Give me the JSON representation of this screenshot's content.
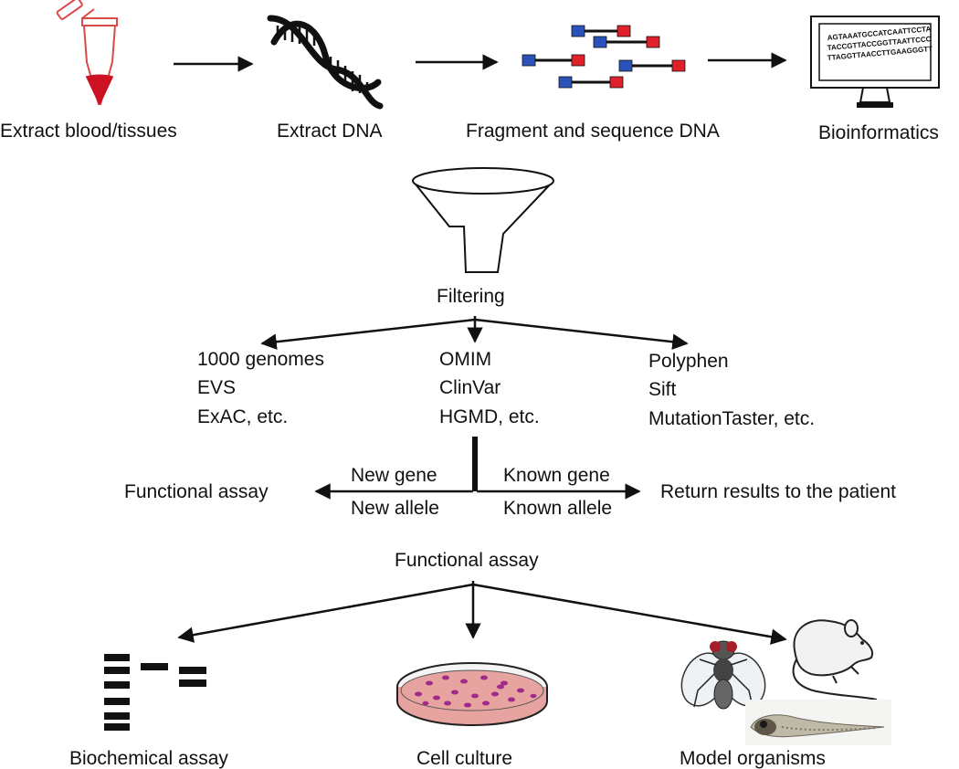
{
  "pipeline": {
    "steps": [
      {
        "label": "Extract blood/tissues",
        "icon": "blood-tube-icon"
      },
      {
        "label": "Extract DNA",
        "icon": "dna-helix-icon"
      },
      {
        "label": "Fragment and sequence DNA",
        "icon": "dna-fragments-icon"
      },
      {
        "label": "Bioinformatics",
        "icon": "computer-monitor-icon"
      }
    ],
    "monitor_sequence": [
      "AGTAAATGCCATCAATTCCTA",
      "TACCGTTACCGGTTAATTCCC",
      "TTAGGTTAACCTTGAAGGGTT"
    ]
  },
  "filtering": {
    "label": "Filtering",
    "icon": "funnel-icon",
    "groups": [
      {
        "lines": [
          "1000 genomes",
          "EVS",
          "ExAC, etc."
        ]
      },
      {
        "lines": [
          "OMIM",
          "ClinVar",
          "HGMD, etc."
        ]
      },
      {
        "lines": [
          "Polyphen",
          "Sift",
          "MutationTaster, etc."
        ]
      }
    ]
  },
  "decision": {
    "left_outcome": "Functional assay",
    "right_outcome": "Return results to the patient",
    "left_top": "New gene",
    "left_bottom": "New allele",
    "right_top": "Known gene",
    "right_bottom": "Known allele"
  },
  "functional": {
    "label": "Functional assay",
    "outcomes": [
      {
        "label": "Biochemical assay",
        "icon": "gel-bands-icon"
      },
      {
        "label": "Cell culture",
        "icon": "petri-dish-icon"
      },
      {
        "label": "Model organisms",
        "icon": "model-organisms-icon"
      }
    ]
  },
  "colors": {
    "blood": "#cc1122",
    "tube_outline": "#d94a4a",
    "fragment_blue": "#2a52b8",
    "fragment_red": "#e0202a",
    "dish_medium": "#e6a3a0",
    "cells": "#a02a8a"
  }
}
